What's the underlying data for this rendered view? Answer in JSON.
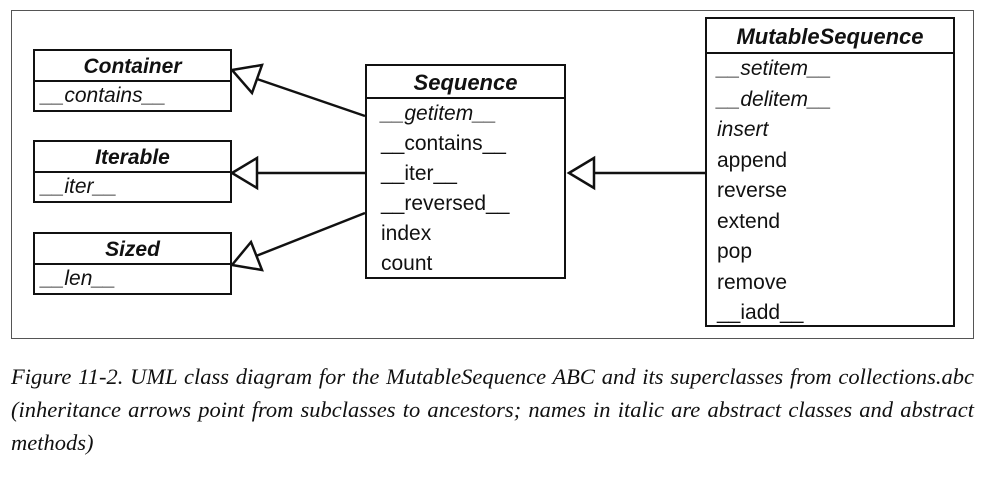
{
  "classes": {
    "container": {
      "name": "Container",
      "members": [
        {
          "label": "__contains__",
          "abstract": true
        }
      ]
    },
    "iterable": {
      "name": "Iterable",
      "members": [
        {
          "label": "__iter__",
          "abstract": true
        }
      ]
    },
    "sized": {
      "name": "Sized",
      "members": [
        {
          "label": "__len__",
          "abstract": true
        }
      ]
    },
    "sequence": {
      "name": "Sequence",
      "members": [
        {
          "label": "__getitem__",
          "abstract": true
        },
        {
          "label": "__contains__",
          "abstract": false
        },
        {
          "label": "__iter__",
          "abstract": false
        },
        {
          "label": "__reversed__",
          "abstract": false
        },
        {
          "label": "index",
          "abstract": false
        },
        {
          "label": "count",
          "abstract": false
        }
      ]
    },
    "mutablesequence": {
      "name": "MutableSequence",
      "members": [
        {
          "label": "__setitem__",
          "abstract": true
        },
        {
          "label": "__delitem__",
          "abstract": true
        },
        {
          "label": "insert",
          "abstract": true
        },
        {
          "label": "append",
          "abstract": false
        },
        {
          "label": "reverse",
          "abstract": false
        },
        {
          "label": "extend",
          "abstract": false
        },
        {
          "label": "pop",
          "abstract": false
        },
        {
          "label": "remove",
          "abstract": false
        },
        {
          "label": "__iadd__",
          "abstract": false
        }
      ]
    }
  },
  "relationships": [
    {
      "from": "Sequence",
      "to": "Container",
      "type": "inheritance"
    },
    {
      "from": "Sequence",
      "to": "Iterable",
      "type": "inheritance"
    },
    {
      "from": "Sequence",
      "to": "Sized",
      "type": "inheritance"
    },
    {
      "from": "MutableSequence",
      "to": "Sequence",
      "type": "inheritance"
    }
  ],
  "caption": "Figure 11-2. UML class diagram for the MutableSequence ABC and its superclasses from collections.abc (inheritance arrows point from subclasses to ancestors; names in italic are abstract classes and abstract methods)",
  "colors": {
    "stroke": "#111111",
    "frame": "#555555",
    "background": "#ffffff"
  }
}
